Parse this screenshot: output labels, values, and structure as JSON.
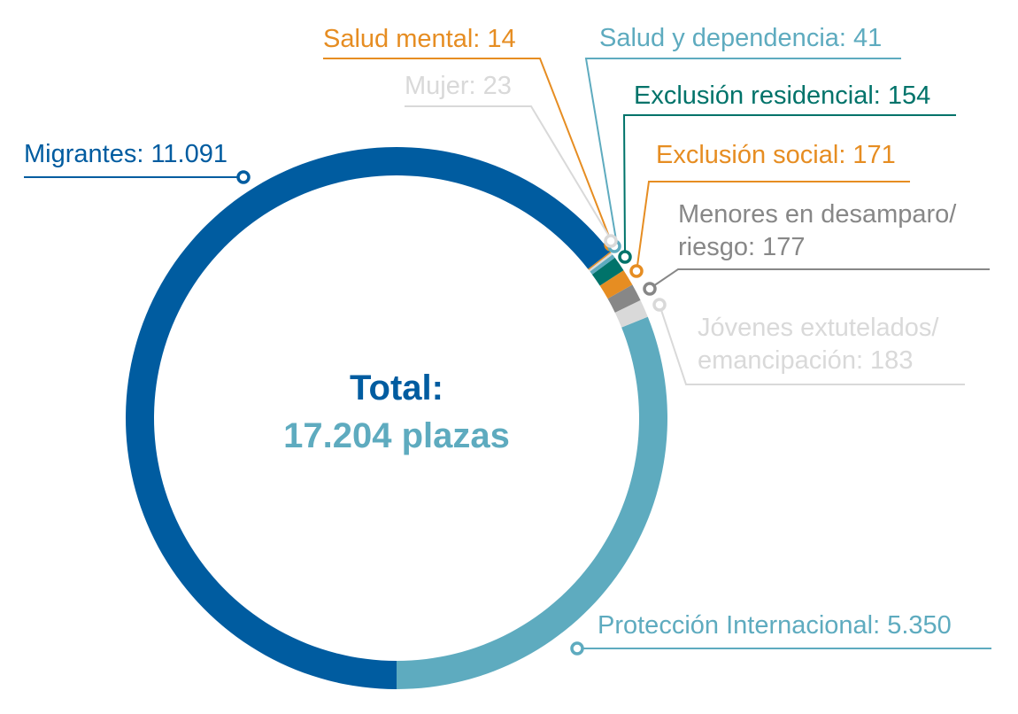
{
  "chart_data": {
    "type": "pie",
    "subtype": "donut",
    "center_title": "Total:",
    "center_value": "17.204 plazas",
    "total": 17204,
    "slices": [
      {
        "label": "Protección Internacional",
        "value": 5350,
        "display": "Protección Internacional: 5.350",
        "color": "#5eabbf"
      },
      {
        "label": "Jóvenes extutelados/ emancipación",
        "value": 183,
        "display_1": "Jóvenes extutelados/",
        "display_2": "emancipación: 183",
        "color": "#d9d9d9"
      },
      {
        "label": "Menores en desamparo/ riesgo",
        "value": 177,
        "display_1": "Menores en desamparo/",
        "display_2": "riesgo: 177",
        "color": "#878787"
      },
      {
        "label": "Exclusión social",
        "value": 171,
        "display": "Exclusión social: 171",
        "color": "#e68d22"
      },
      {
        "label": "Exclusión residencial",
        "value": 154,
        "display": "Exclusión residencial: 154",
        "color": "#00736a"
      },
      {
        "label": "Salud y dependencia",
        "value": 41,
        "display": "Salud y dependencia: 41",
        "color": "#5eabbf"
      },
      {
        "label": "Mujer",
        "value": 23,
        "display": "Mujer: 23",
        "color": "#d9d9d9"
      },
      {
        "label": "Salud mental",
        "value": 14,
        "display": "Salud mental: 14",
        "color": "#e68d22"
      },
      {
        "label": "Migrantes",
        "value": 11091,
        "display": "Migrantes: 11.091",
        "color": "#005ca0"
      }
    ]
  }
}
